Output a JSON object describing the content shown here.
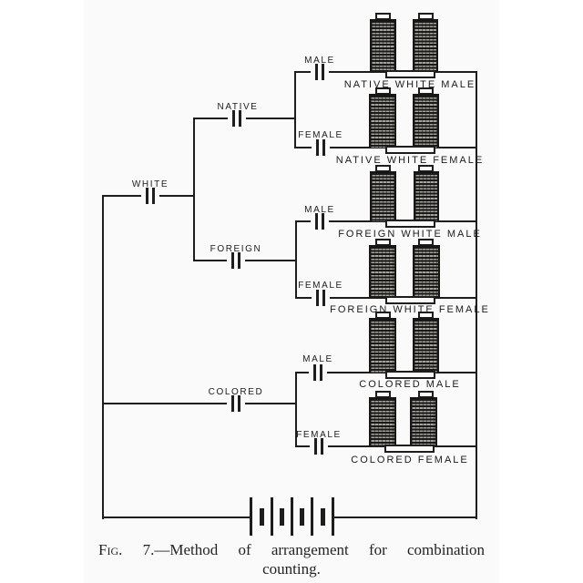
{
  "figure": {
    "paper_color": "#fafafa",
    "ink_color": "#1d1d1c",
    "caption": {
      "fig": "Fig. 7.",
      "rest": "—Method of arrangement for combination",
      "line2": "counting."
    },
    "selectors": {
      "white": "WHITE",
      "native": "NATIVE",
      "foreign": "FOREIGN",
      "colored": "COLORED"
    },
    "branches": {
      "native_male": "MALE",
      "native_female": "FEMALE",
      "foreign_male": "MALE",
      "foreign_female": "FEMALE",
      "colored_male": "MALE",
      "colored_female": "FEMALE"
    },
    "counters": [
      {
        "label": "NATIVE WHITE MALE"
      },
      {
        "label": "NATIVE WHITE FEMALE"
      },
      {
        "label": "FOREIGN WHITE MALE"
      },
      {
        "label": "FOREIGN WHITE FEMALE"
      },
      {
        "label": "COLORED MALE"
      },
      {
        "label": "COLORED FEMALE"
      }
    ]
  }
}
